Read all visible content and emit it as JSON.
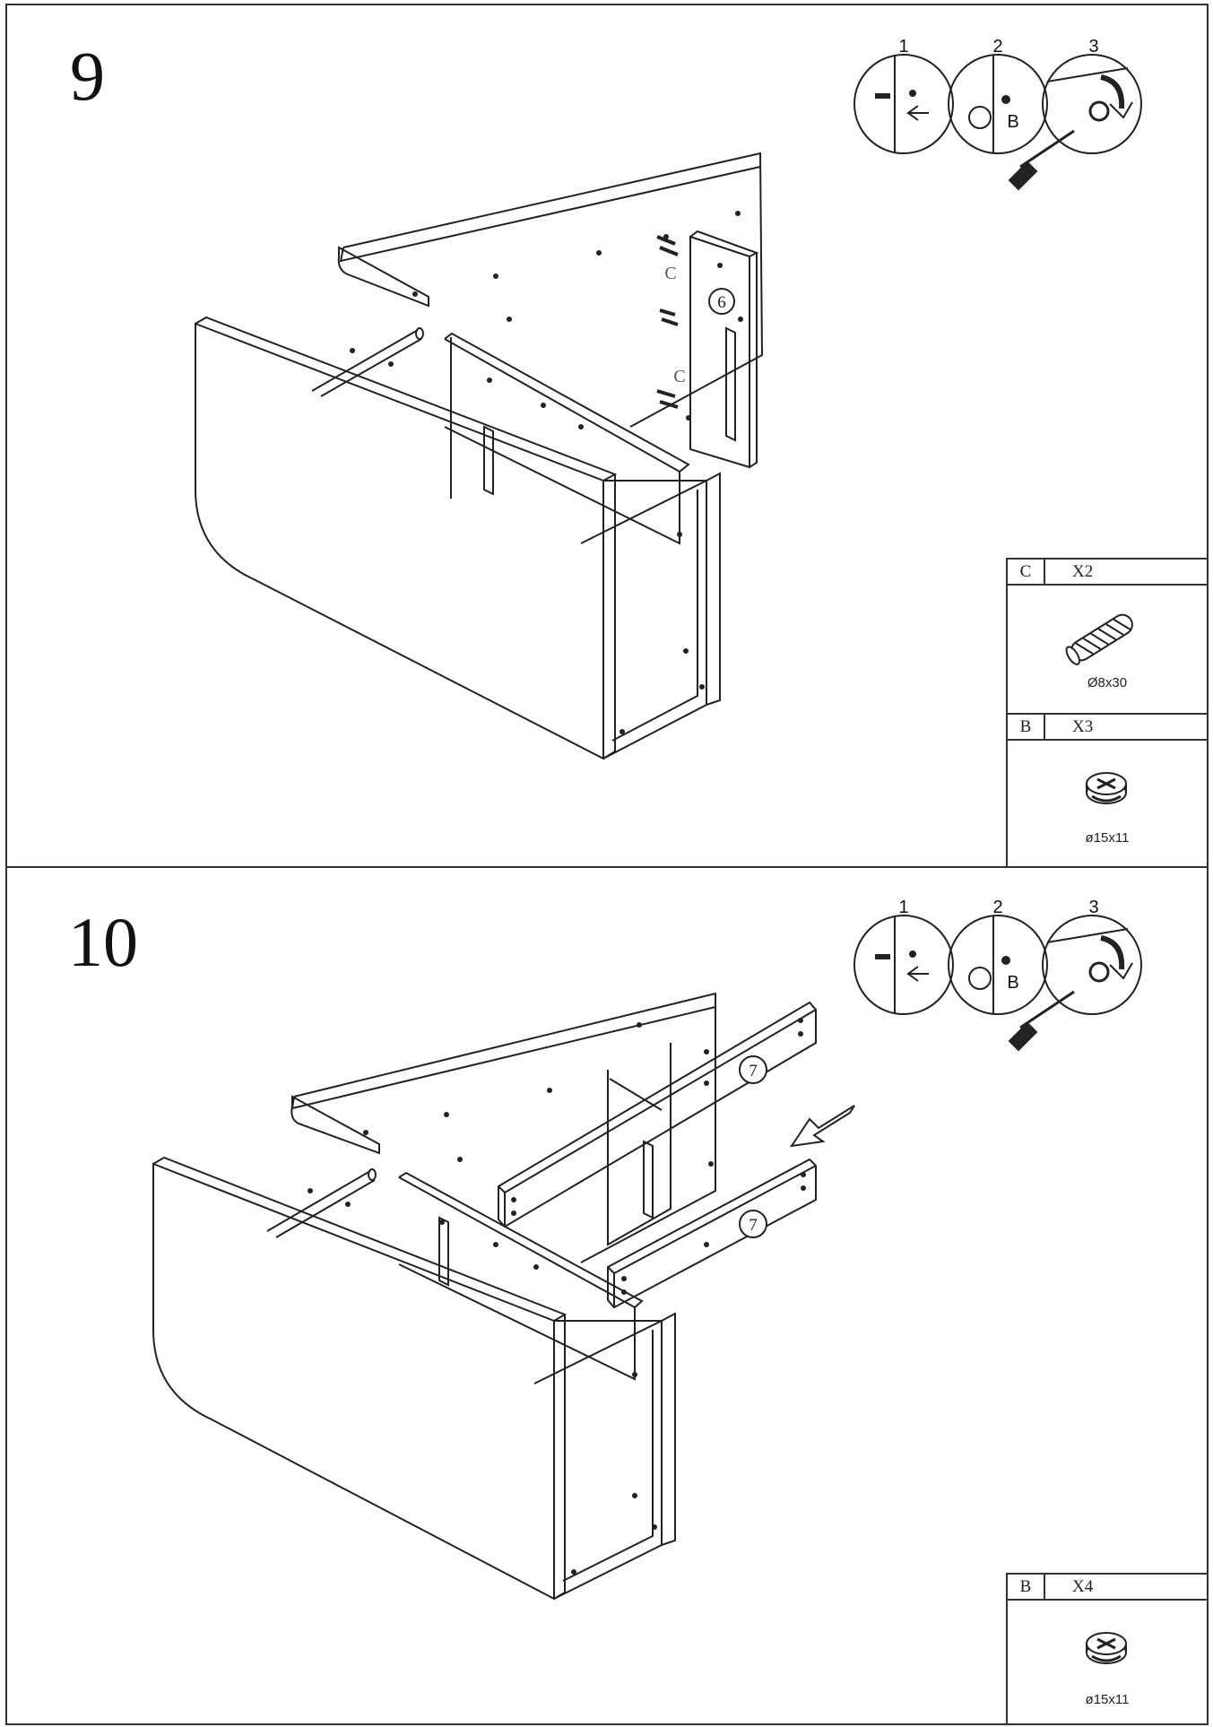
{
  "steps": [
    {
      "number": "9",
      "inset_numbers": [
        "1",
        "2",
        "3"
      ],
      "inset_letter": "B",
      "part_label": "6",
      "pin_labels": [
        "C",
        "C"
      ],
      "hardware": [
        {
          "letter": "C",
          "qty": "X2",
          "size": "Ø8x30",
          "icon": "dowel-icon"
        },
        {
          "letter": "B",
          "qty": "X3",
          "size": "ø15x11",
          "icon": "cam-lock-icon"
        }
      ]
    },
    {
      "number": "10",
      "inset_numbers": [
        "1",
        "2",
        "3"
      ],
      "inset_letter": "B",
      "part_labels": [
        "7",
        "7"
      ],
      "hardware": [
        {
          "letter": "B",
          "qty": "X4",
          "size": "ø15x11",
          "icon": "cam-lock-icon"
        }
      ]
    }
  ]
}
